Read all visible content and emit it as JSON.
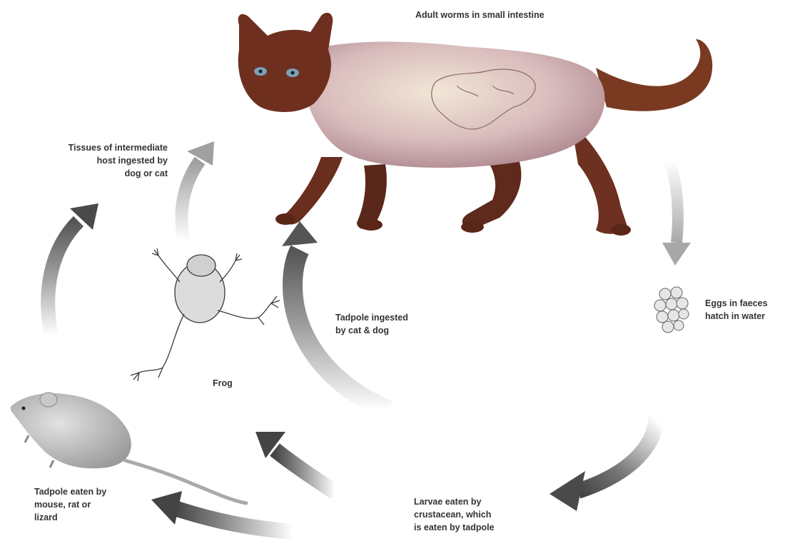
{
  "labels": {
    "adult_worms": "Adult worms in small intestine",
    "tissues": "Tissues of intermediate\nhost ingested by\ndog or cat",
    "eggs": "Eggs in faeces\nhatch in water",
    "tadpole_ingested": "Tadpole ingested\nby cat & dog",
    "frog": "Frog",
    "larvae": "Larvae eaten by\ncrustacean, which\nis eaten by tadpole",
    "tadpole_eaten": "Tadpole eaten by\nmouse, rat or\nlizard"
  },
  "colors": {
    "arrow_dark": "#4a4a4a",
    "arrow_light": "#b8b8b8",
    "cat_point": "#6b2f1c",
    "cat_body": "#c9a6a8",
    "cat_belly": "#eee0d2",
    "mouse": "#b0b0b0",
    "text": "#333333"
  }
}
